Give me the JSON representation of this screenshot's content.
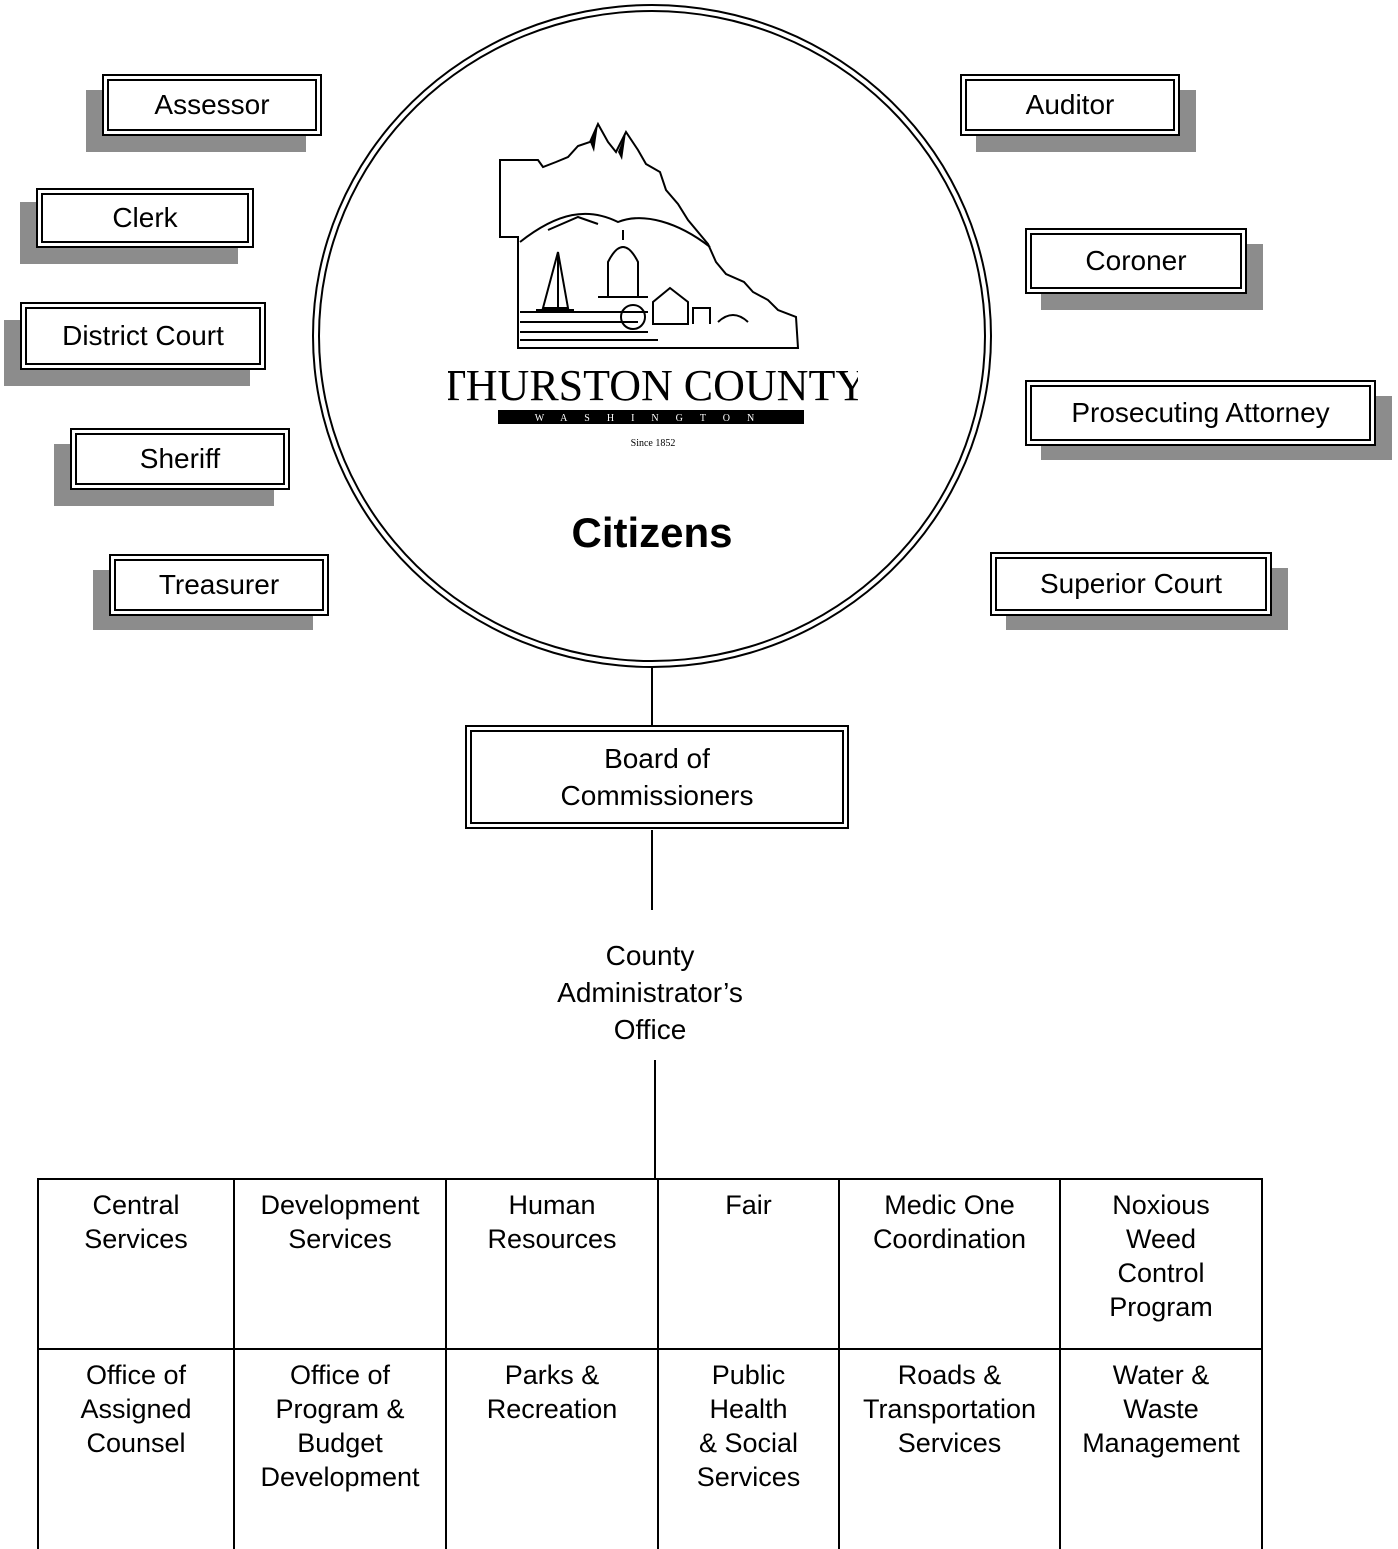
{
  "citizens": {
    "label": "Citizens",
    "logo": {
      "county_name": "THURSTON COUNTY",
      "state": "WASHINGTON",
      "since": "Since 1852"
    }
  },
  "elected_offices": {
    "left": [
      "Assessor",
      "Clerk",
      "District Court",
      "Sheriff",
      "Treasurer"
    ],
    "right": [
      "Auditor",
      "Coroner",
      "Prosecuting Attorney",
      "Superior Court"
    ]
  },
  "board": {
    "label": "Board of\nCommissioners"
  },
  "administrator": {
    "label": "County\nAdministrator’s\nOffice"
  },
  "departments": {
    "row1": [
      "Central\nServices",
      "Development\nServices",
      "Human\nResources",
      "Fair",
      "Medic One\nCoordination",
      "Noxious\nWeed\nControl\nProgram"
    ],
    "row2": [
      "Office of\nAssigned\nCounsel",
      "Office of\nProgram &\nBudget\nDevelopment",
      "Parks &\nRecreation",
      "Public\nHealth\n& Social\nServices",
      "Roads &\nTransportation\nServices",
      "Water &\nWaste\nManagement"
    ]
  },
  "colors": {
    "shadow": "#8c8c8c",
    "line": "#000000",
    "background": "#ffffff"
  }
}
